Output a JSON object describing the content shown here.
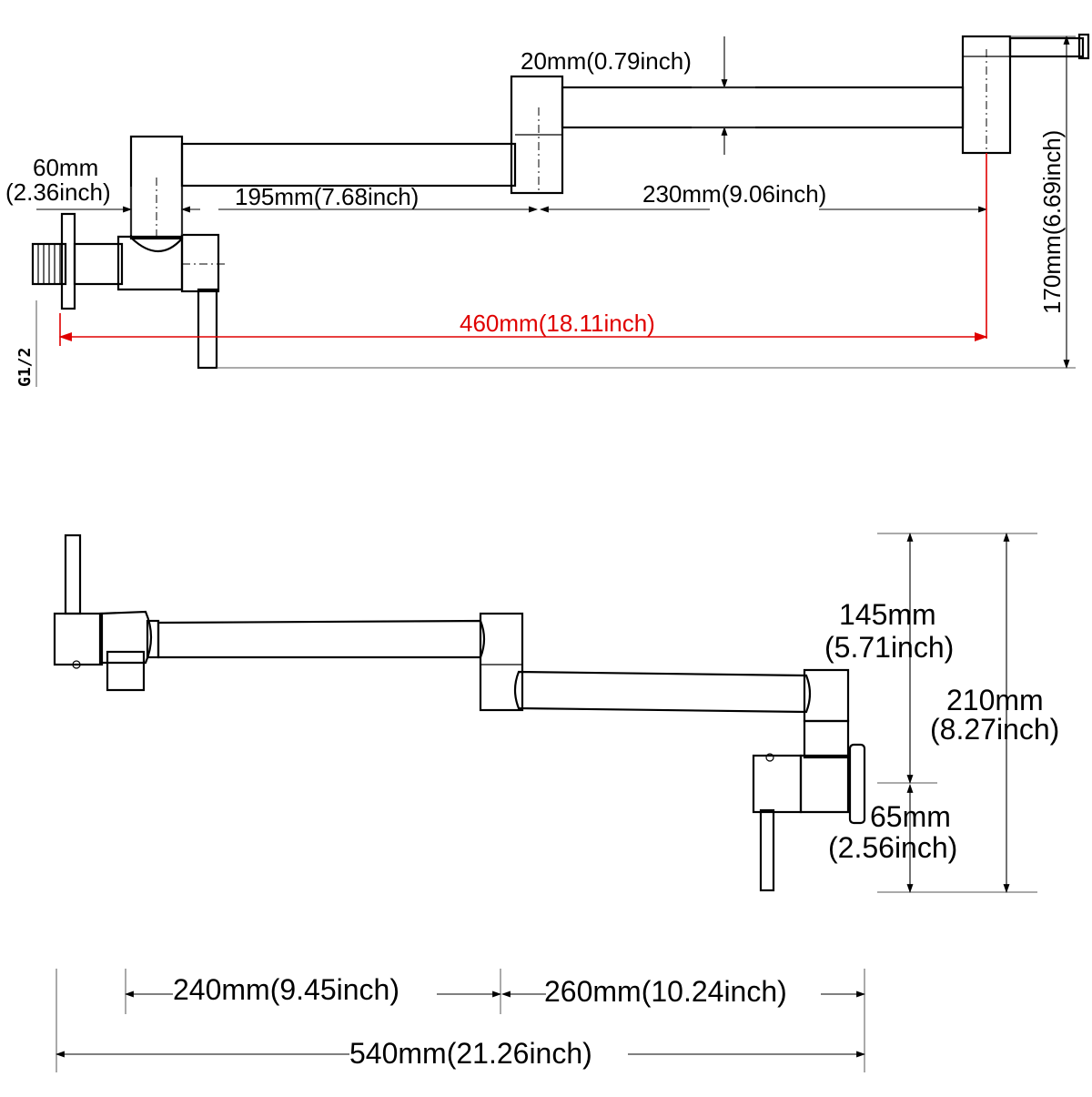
{
  "top_view": {
    "dim_depth": "20mm(0.79inch)",
    "dim_mount_line1": "60mm",
    "dim_mount_line2": "(2.36inch)",
    "dim_arm1": "195mm(7.68inch)",
    "dim_arm2": "230mm(9.06inch)",
    "dim_total_reach": "460mm(18.11inch)",
    "dim_height": "170mm(6.69inch)",
    "thread_label": "G1/2"
  },
  "side_view": {
    "dim_upper_line1": "145mm",
    "dim_upper_line2": "(5.71inch)",
    "dim_total_height_line1": "210mm",
    "dim_total_height_line2": "(8.27inch)",
    "dim_lower_line1": "65mm",
    "dim_lower_line2": "(2.56inch)",
    "dim_arm_left": "240mm(9.45inch)",
    "dim_arm_right": "260mm(10.24inch)",
    "dim_overall": "540mm(21.26inch)"
  },
  "colors": {
    "line": "#000000",
    "highlight": "#e00000",
    "background": "#ffffff"
  }
}
